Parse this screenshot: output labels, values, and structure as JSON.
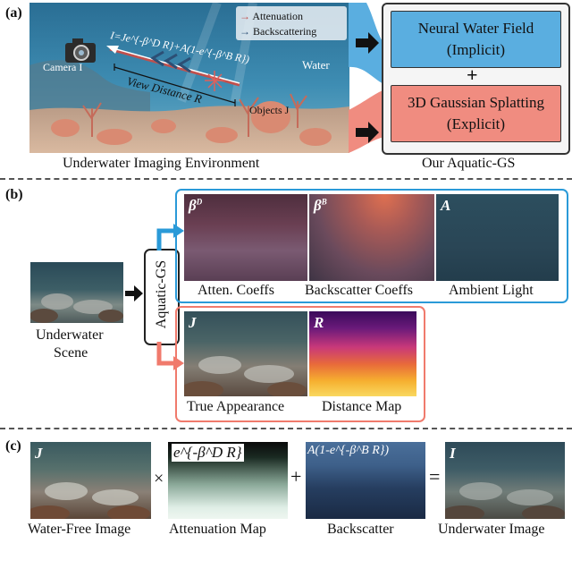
{
  "section_a": {
    "label": "(a)",
    "legend": {
      "attenuation": "Attenuation",
      "backscattering": "Backscattering"
    },
    "equation": "I=Je^{-β^D R}+A(1-e^{-β^B R})",
    "camera_label": "Camera I",
    "water_label": "Water",
    "view_distance_label": "View Distance R",
    "objects_label": "Objects J",
    "env_caption": "Underwater Imaging Environment",
    "neural_title_1": "Neural Water Field",
    "neural_title_2": "(Implicit)",
    "plus": "+",
    "gs_title_1": "3D Gaussian Splatting",
    "gs_title_2": "(Explicit)",
    "ours_caption": "Our Aquatic-GS",
    "colors": {
      "blue_box": "#5aaee0",
      "red_box": "#f08c80",
      "frame": "#333333"
    }
  },
  "section_b": {
    "label": "(b)",
    "input_caption_1": "Underwater",
    "input_caption_2": "Scene",
    "model_label": "Aquatic-GS",
    "maps": [
      {
        "symbol": "β",
        "sup": "D",
        "caption": "Atten. Coeffs"
      },
      {
        "symbol": "β",
        "sup": "B",
        "caption": "Backscatter Coeffs"
      },
      {
        "symbol": "A",
        "sup": "",
        "caption": "Ambient Light"
      }
    ],
    "outputs": [
      {
        "symbol": "J",
        "caption": "True Appearance"
      },
      {
        "symbol": "R",
        "caption": "Distance Map"
      }
    ],
    "colors": {
      "blue": "#2a9ad8",
      "red": "#f07a6c"
    }
  },
  "section_c": {
    "label": "(c)",
    "items": [
      {
        "symbol": "J",
        "caption": "Water-Free Image"
      },
      {
        "symbol": "e^{-β^D R}",
        "caption": "Attenuation Map"
      },
      {
        "symbol": "A(1-e^{-β^B R})",
        "caption": "Backscatter"
      },
      {
        "symbol": "I",
        "caption": "Underwater Image"
      }
    ],
    "operators": [
      "×",
      "+",
      "="
    ]
  }
}
